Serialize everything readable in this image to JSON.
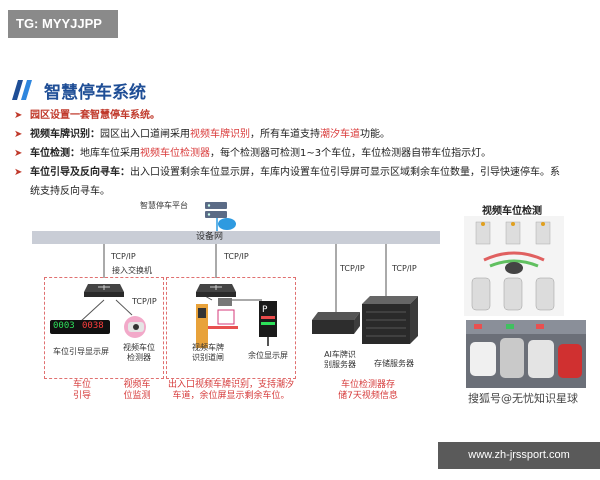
{
  "tag": "TG: MYYJJPP",
  "title": "智慧停车系统",
  "bullets": {
    "b1": "园区设置一套智慧停车系统。",
    "b2_label": "视频车牌识别：",
    "b2_t1": "园区出入口道闸采用",
    "b2_h1": "视频车牌识别",
    "b2_t2": "，所有车道支持",
    "b2_h2": "潮汐车道",
    "b2_t3": "功能。",
    "b3_label": "车位检测：",
    "b3_t1": "地库车位采用",
    "b3_h1": "视频车位检测器",
    "b3_t2": "，每个检测器可检测1~3个车位，车位检测器自带车位指示灯。",
    "b4_label": "车位引导及反向寻车：",
    "b4_t1": "出入口设置剩余车位显示屏，车库内设置车位引导屏可显示区域剩余车位数量，引导快速停车。系",
    "b4_t2": "统支持反向寻车。"
  },
  "diagram": {
    "platform": "智慧停车平台",
    "bus": "设备网",
    "tcpip": "TCP/IP",
    "switch": "接入交换机",
    "guide_screen": "车位引导显示屏",
    "detector": "视频车位\n检测器",
    "plate_gate": "视频车牌\n识别道闸",
    "remaining_screen": "余位显示屏",
    "ai_server": "AI车牌识\n别服务器",
    "storage_server": "存储服务器",
    "led_text": "0003",
    "led_text2": "0038",
    "cap1": "车位\n引导",
    "cap2": "视频车\n位监测",
    "cap3": "出入口视频车牌识别，支持潮汐\n车道，余位屏显示剩余车位。",
    "cap4": "车位检测器存\n储7天视频信息",
    "photo_title": "视频车位检测"
  },
  "watermark": "搜狐号@无忧知识星球",
  "footer": "www.zh-jrssport.com",
  "colors": {
    "title": "#1f4e96",
    "accent_red": "#d93a3a",
    "bus": "#c9cdd6"
  }
}
